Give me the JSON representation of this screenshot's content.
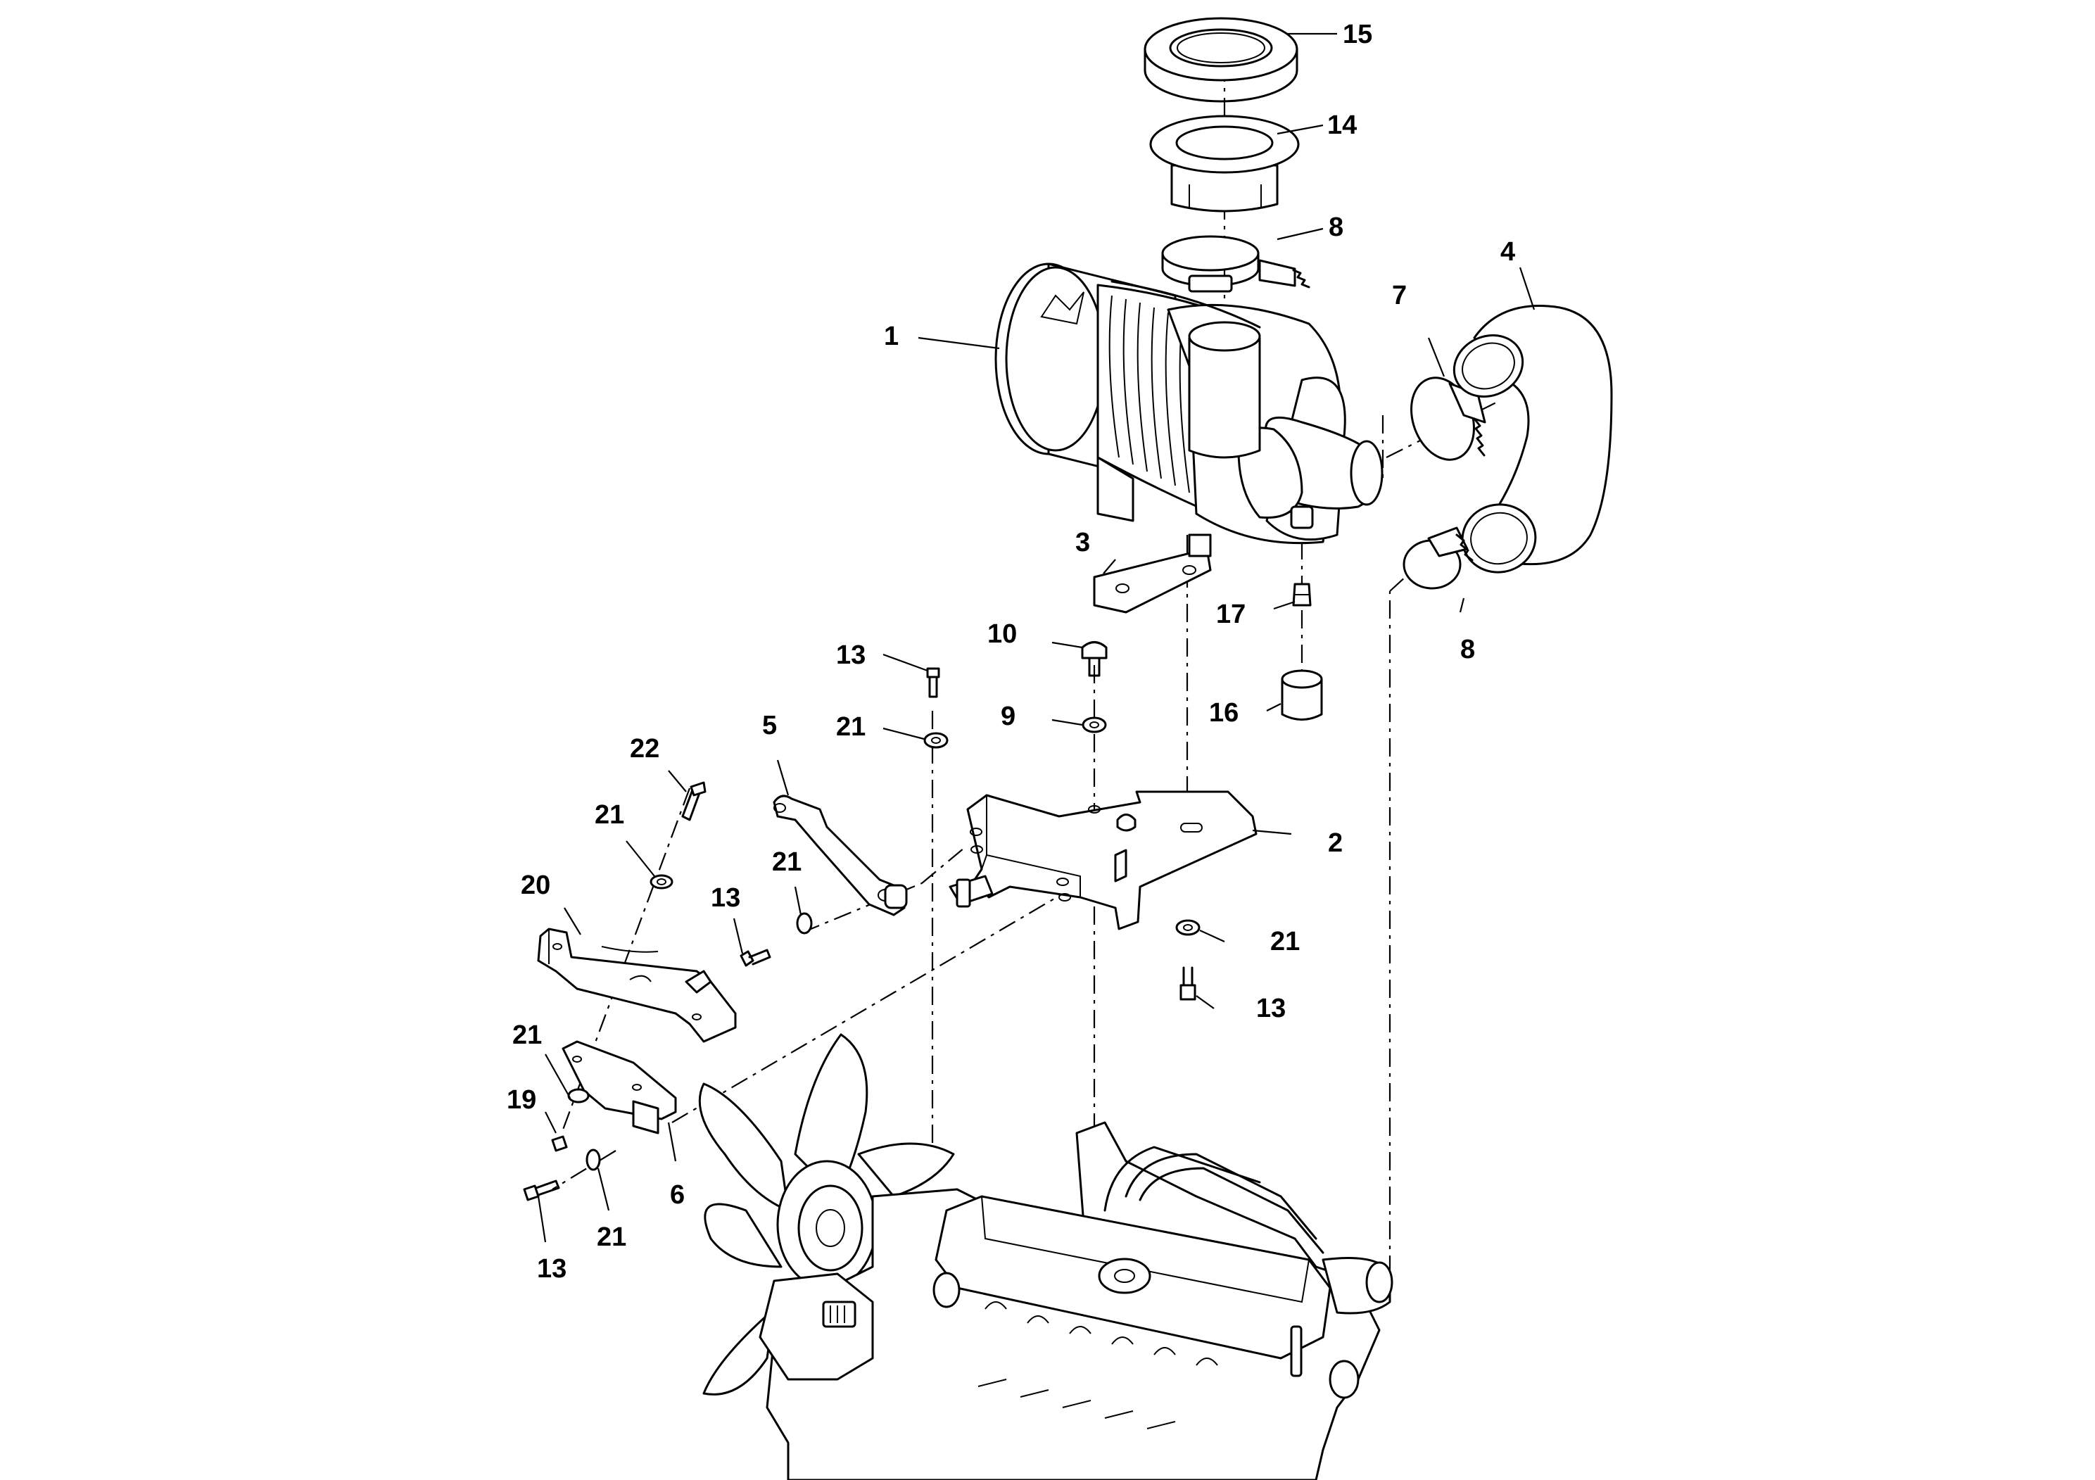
{
  "callouts": {
    "c1": "1",
    "c2": "2",
    "c3": "3",
    "c4": "4",
    "c5": "5",
    "c6": "6",
    "c7": "7",
    "c8a": "8",
    "c8b": "8",
    "c9": "9",
    "c10": "10",
    "c13a": "13",
    "c13b": "13",
    "c13c": "13",
    "c13d": "13",
    "c14": "14",
    "c15": "15",
    "c16": "16",
    "c17": "17",
    "c19": "19",
    "c20": "20",
    "c21a": "21",
    "c21b": "21",
    "c21c": "21",
    "c21d": "21",
    "c21e": "21",
    "c21f": "21",
    "c22": "22"
  }
}
